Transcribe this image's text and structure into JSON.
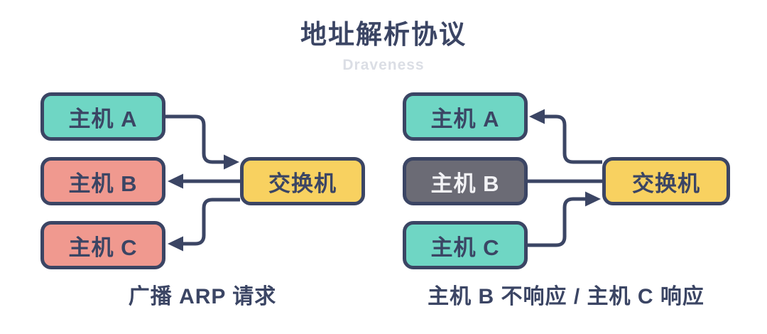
{
  "title": "地址解析协议",
  "watermark": "Draveness",
  "colors": {
    "navy": "#3B4564",
    "teal": "#6FD6C4",
    "salmon": "#F0998F",
    "yellow": "#F8D160",
    "gray": "#6B6B75",
    "light_text": "#F2F2F5",
    "watermark_gray": "#DBDEE5",
    "background": "#FFFFFF"
  },
  "left_diagram": {
    "caption": "广播 ARP 请求",
    "nodes": {
      "host_a": {
        "label": "主机 A",
        "color": "teal"
      },
      "host_b": {
        "label": "主机 B",
        "color": "salmon"
      },
      "host_c": {
        "label": "主机 C",
        "color": "salmon"
      },
      "switch": {
        "label": "交换机",
        "color": "yellow"
      }
    },
    "edges": [
      {
        "from": "host_a",
        "to": "switch",
        "arrowhead": "at-switch"
      },
      {
        "from": "switch",
        "to": "host_b",
        "arrowhead": "at-host-b"
      },
      {
        "from": "switch",
        "to": "host_c",
        "arrowhead": "at-host-c"
      }
    ]
  },
  "right_diagram": {
    "caption": "主机 B 不响应 / 主机 C 响应",
    "nodes": {
      "host_a": {
        "label": "主机 A",
        "color": "teal"
      },
      "host_b": {
        "label": "主机 B",
        "color": "gray"
      },
      "host_c": {
        "label": "主机 C",
        "color": "teal"
      },
      "switch": {
        "label": "交换机",
        "color": "yellow"
      }
    },
    "edges": [
      {
        "from": "switch",
        "to": "host_a",
        "arrowhead": "at-host-a"
      },
      {
        "from": "host_b",
        "to": "switch",
        "arrowhead": "none"
      },
      {
        "from": "host_c",
        "to": "switch",
        "arrowhead": "at-switch"
      }
    ]
  }
}
